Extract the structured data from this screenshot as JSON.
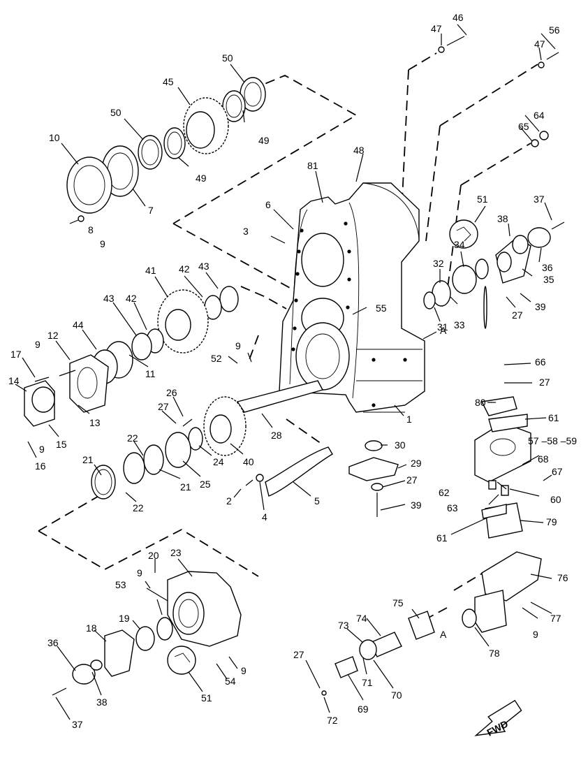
{
  "diagram": {
    "callouts": [
      {
        "id": "c1",
        "text": "1"
      },
      {
        "id": "c2",
        "text": "2"
      },
      {
        "id": "c3",
        "text": "3"
      },
      {
        "id": "c4",
        "text": "4"
      },
      {
        "id": "c5",
        "text": "5"
      },
      {
        "id": "c6",
        "text": "6"
      },
      {
        "id": "c7",
        "text": "7"
      },
      {
        "id": "c8",
        "text": "8"
      },
      {
        "id": "c9a",
        "text": "9"
      },
      {
        "id": "c9b",
        "text": "9"
      },
      {
        "id": "c9c",
        "text": "9"
      },
      {
        "id": "c9d",
        "text": "9"
      },
      {
        "id": "c9e",
        "text": "9"
      },
      {
        "id": "c9f",
        "text": "9"
      },
      {
        "id": "c9g",
        "text": "9"
      },
      {
        "id": "c10",
        "text": "10"
      },
      {
        "id": "c11",
        "text": "11"
      },
      {
        "id": "c12",
        "text": "12"
      },
      {
        "id": "c13",
        "text": "13"
      },
      {
        "id": "c14",
        "text": "14"
      },
      {
        "id": "c15",
        "text": "15"
      },
      {
        "id": "c16",
        "text": "16"
      },
      {
        "id": "c17",
        "text": "17"
      },
      {
        "id": "c18",
        "text": "18"
      },
      {
        "id": "c19",
        "text": "19"
      },
      {
        "id": "c20",
        "text": "20"
      },
      {
        "id": "c21a",
        "text": "21"
      },
      {
        "id": "c21b",
        "text": "21"
      },
      {
        "id": "c22a",
        "text": "22"
      },
      {
        "id": "c22b",
        "text": "22"
      },
      {
        "id": "c23",
        "text": "23"
      },
      {
        "id": "c24",
        "text": "24"
      },
      {
        "id": "c25",
        "text": "25"
      },
      {
        "id": "c26",
        "text": "26"
      },
      {
        "id": "c27a",
        "text": "27"
      },
      {
        "id": "c27b",
        "text": "27"
      },
      {
        "id": "c27c",
        "text": "27"
      },
      {
        "id": "c27d",
        "text": "27"
      },
      {
        "id": "c27e",
        "text": "27"
      },
      {
        "id": "c28",
        "text": "28"
      },
      {
        "id": "c29",
        "text": "29"
      },
      {
        "id": "c30",
        "text": "30"
      },
      {
        "id": "c31",
        "text": "31"
      },
      {
        "id": "c32",
        "text": "32"
      },
      {
        "id": "c33",
        "text": "33"
      },
      {
        "id": "c34",
        "text": "34"
      },
      {
        "id": "c35",
        "text": "35"
      },
      {
        "id": "c36a",
        "text": "36"
      },
      {
        "id": "c36b",
        "text": "36"
      },
      {
        "id": "c37a",
        "text": "37"
      },
      {
        "id": "c37b",
        "text": "37"
      },
      {
        "id": "c38a",
        "text": "38"
      },
      {
        "id": "c38b",
        "text": "38"
      },
      {
        "id": "c39a",
        "text": "39"
      },
      {
        "id": "c39b",
        "text": "39"
      },
      {
        "id": "c40",
        "text": "40"
      },
      {
        "id": "c41",
        "text": "41"
      },
      {
        "id": "c42a",
        "text": "42"
      },
      {
        "id": "c42b",
        "text": "42"
      },
      {
        "id": "c43a",
        "text": "43"
      },
      {
        "id": "c43b",
        "text": "43"
      },
      {
        "id": "c44",
        "text": "44"
      },
      {
        "id": "c45",
        "text": "45"
      },
      {
        "id": "c46",
        "text": "46"
      },
      {
        "id": "c47a",
        "text": "47"
      },
      {
        "id": "c47b",
        "text": "47"
      },
      {
        "id": "c48",
        "text": "48"
      },
      {
        "id": "c49a",
        "text": "49"
      },
      {
        "id": "c49b",
        "text": "49"
      },
      {
        "id": "c50a",
        "text": "50"
      },
      {
        "id": "c50b",
        "text": "50"
      },
      {
        "id": "c51a",
        "text": "51"
      },
      {
        "id": "c51b",
        "text": "51"
      },
      {
        "id": "c52",
        "text": "52"
      },
      {
        "id": "c53",
        "text": "53"
      },
      {
        "id": "c54",
        "text": "54"
      },
      {
        "id": "c55",
        "text": "55"
      },
      {
        "id": "c56",
        "text": "56"
      },
      {
        "id": "c57",
        "text": "57 –58 –59"
      },
      {
        "id": "c60",
        "text": "60"
      },
      {
        "id": "c61a",
        "text": "61"
      },
      {
        "id": "c61b",
        "text": "61"
      },
      {
        "id": "c62",
        "text": "62"
      },
      {
        "id": "c63",
        "text": "63"
      },
      {
        "id": "c64",
        "text": "64"
      },
      {
        "id": "c65",
        "text": "65"
      },
      {
        "id": "c66",
        "text": "66"
      },
      {
        "id": "c67",
        "text": "67"
      },
      {
        "id": "c68",
        "text": "68"
      },
      {
        "id": "c69",
        "text": "69"
      },
      {
        "id": "c70",
        "text": "70"
      },
      {
        "id": "c71",
        "text": "71"
      },
      {
        "id": "c72",
        "text": "72"
      },
      {
        "id": "c73",
        "text": "73"
      },
      {
        "id": "c74",
        "text": "74"
      },
      {
        "id": "c75",
        "text": "75"
      },
      {
        "id": "c76",
        "text": "76"
      },
      {
        "id": "c77",
        "text": "77"
      },
      {
        "id": "c78",
        "text": "78"
      },
      {
        "id": "c79",
        "text": "79"
      },
      {
        "id": "c80",
        "text": "80"
      },
      {
        "id": "c81",
        "text": "81"
      }
    ],
    "section_marks": [
      {
        "id": "markA1",
        "text": "A"
      },
      {
        "id": "markA2",
        "text": "A"
      }
    ],
    "direction_arrow": {
      "text": "FWD"
    }
  }
}
